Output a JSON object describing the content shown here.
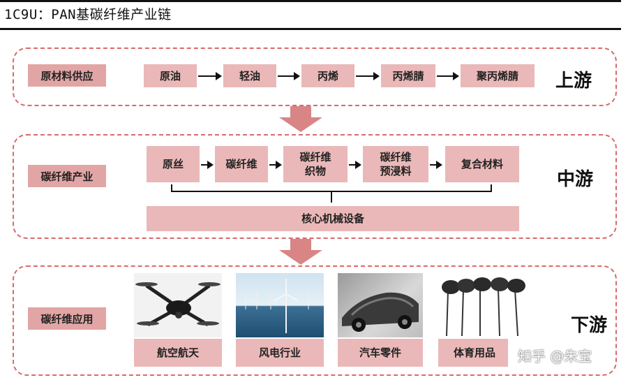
{
  "title": "1C9U：PAN基碳纤维产业链",
  "upstream": {
    "label": "原材料供应",
    "stage": "上游",
    "steps": [
      "原油",
      "轻油",
      "丙烯",
      "丙烯腈",
      "聚丙烯腈"
    ]
  },
  "midstream": {
    "label": "碳纤维产业",
    "stage": "中游",
    "steps": [
      "原丝",
      "碳纤维",
      "碳纤维\n织物",
      "碳纤维\n预浸料",
      "复合材料"
    ],
    "equipment": "核心机械设备"
  },
  "downstream": {
    "label": "碳纤维应用",
    "stage": "下游",
    "apps": [
      "航空航天",
      "风电行业",
      "汽车零件",
      "体育用品"
    ],
    "images": [
      "drone-image",
      "wind-turbine-image",
      "car-chassis-image",
      "golf-clubs-image"
    ]
  },
  "watermark": "知乎 @朱宝",
  "colors": {
    "border": "#d96a6a",
    "label": "#e2a5a5",
    "box": "#eab8b8",
    "arrow": "#d98585"
  }
}
